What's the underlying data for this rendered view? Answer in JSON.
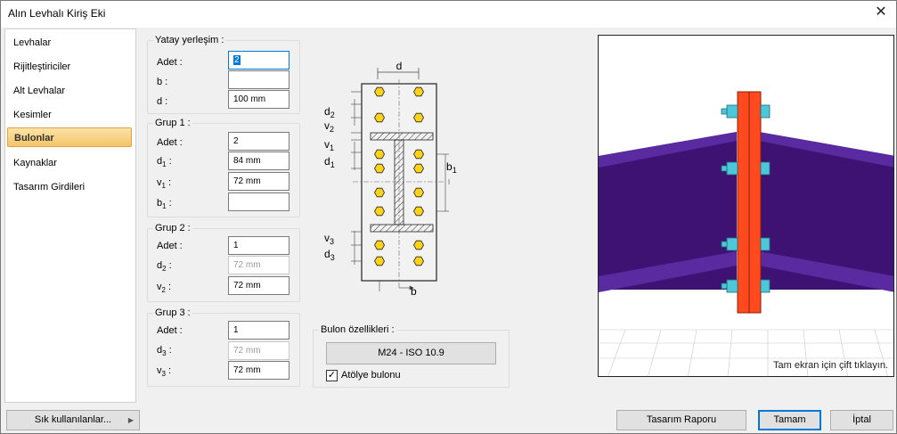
{
  "window": {
    "title": "Alın Levhalı Kiriş Eki"
  },
  "sidebar": {
    "items": [
      {
        "label": "Levhalar"
      },
      {
        "label": "Rijitleştiriciler"
      },
      {
        "label": "Alt Levhalar"
      },
      {
        "label": "Kesimler"
      },
      {
        "label": "Bulonlar"
      },
      {
        "label": "Kaynaklar"
      },
      {
        "label": "Tasarım Girdileri"
      }
    ],
    "active": "Bulonlar"
  },
  "yatay": {
    "legend": "Yatay yerleşim :",
    "adet_label": "Adet :",
    "adet_value": "2",
    "b_label": "b :",
    "b_value": "",
    "d_label": "d :",
    "d_value": "100 mm"
  },
  "grup1": {
    "legend": "Grup 1 :",
    "adet_label": "Adet :",
    "adet_value": "2",
    "d_label": "d",
    "d_sub": "1",
    "d_value": "84 mm",
    "v_label": "v",
    "v_sub": "1",
    "v_value": "72 mm",
    "b_label": "b",
    "b_sub": "1",
    "b_value": ""
  },
  "grup2": {
    "legend": "Grup 2 :",
    "adet_label": "Adet :",
    "adet_value": "1",
    "d_label": "d",
    "d_sub": "2",
    "d_value": "72 mm",
    "v_label": "v",
    "v_sub": "2",
    "v_value": "72 mm"
  },
  "grup3": {
    "legend": "Grup 3 :",
    "adet_label": "Adet :",
    "adet_value": "1",
    "d_label": "d",
    "d_sub": "3",
    "d_value": "72 mm",
    "v_label": "v",
    "v_sub": "3",
    "v_value": "72 mm"
  },
  "diagram": {
    "d": "d",
    "d2": "d",
    "d2s": "2",
    "v2": "v",
    "v2s": "2",
    "v1": "v",
    "v1s": "1",
    "d1": "d",
    "d1s": "1",
    "b1": "b",
    "b1s": "1",
    "v3": "v",
    "v3s": "3",
    "d3": "d",
    "d3s": "3",
    "b": "b"
  },
  "bulon": {
    "legend": "Bulon özellikleri :",
    "button_label": "M24 - ISO 10.9",
    "checkbox_label": "Atölye bulonu",
    "checked": true
  },
  "view": {
    "hint": "Tam ekran için çift tıklayın."
  },
  "footer": {
    "favorites": "Sık kullanılanlar...",
    "report": "Tasarım Raporu",
    "ok": "Tamam",
    "cancel": "İptal"
  },
  "colors": {
    "plate": "#ff4a1f",
    "beam": "#4b1a8c",
    "bolt": "#4ec7d8",
    "active_tab": "#f5c46a"
  }
}
